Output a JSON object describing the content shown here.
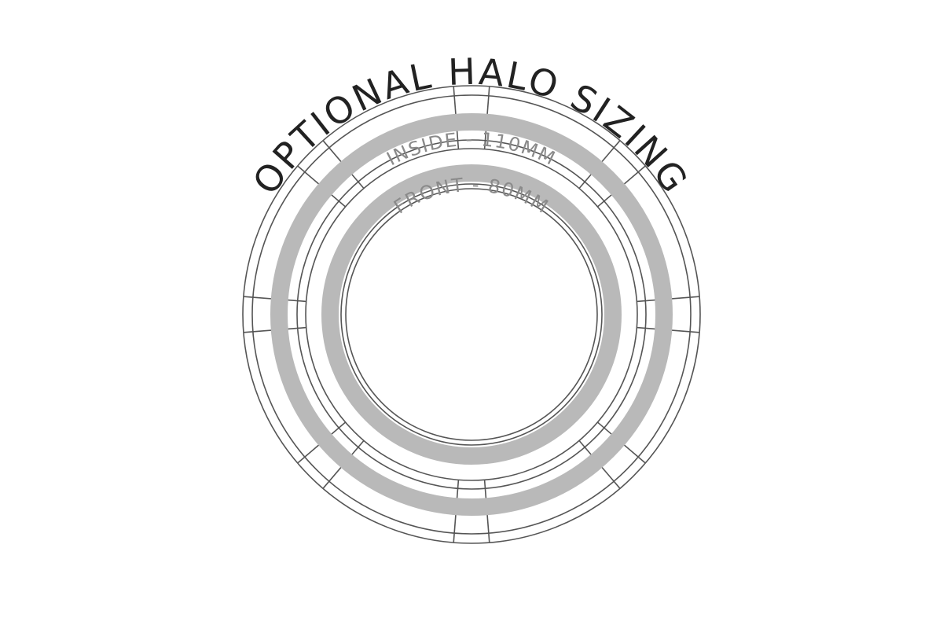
{
  "title": "OPTIONAL HALO SIZING",
  "halo_labels": {
    "inside": "INSIDE - 110MM",
    "front": "FRONT - 80MM"
  },
  "colors": {
    "outline": "#555555",
    "halo": "#b9b9b9",
    "label": "#8a8a8a",
    "title": "#222222"
  }
}
